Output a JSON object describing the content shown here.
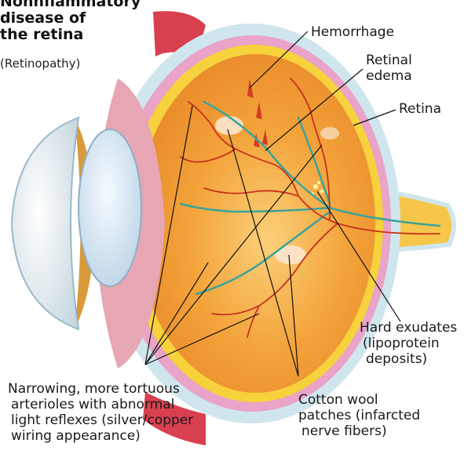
{
  "title": {
    "lines": [
      "Nonhflammatory",
      "disease of",
      "the retina"
    ],
    "subtitle": "(Retinopathy)"
  },
  "labels": {
    "hemorrhage": "Hemorrhage",
    "retinal_edema": [
      "Retinal",
      "edema"
    ],
    "retina": "Retina",
    "hard_exudates": [
      "Hard exudates",
      "(lipoprotein",
      "deposits)"
    ],
    "cotton_wool": [
      "Cotton wool",
      "patches (infarcted",
      "nerve fibers)"
    ],
    "narrowing": [
      "Narrowing, more tortuous",
      "arterioles with abnormal",
      "light reflexes (silver/copper",
      "wiring appearance)"
    ]
  },
  "colors": {
    "sclera_outer": "#cfe6ee",
    "choroid": "#e9a4c7",
    "retina_yellow": "#f6d23c",
    "fundus": "#f3a33a",
    "fundus_light": "#f8c874",
    "vessel": "#c8301c",
    "vein": "#3aa39a",
    "muscle": "#d8404f",
    "lens": "#d9e8f4",
    "cornea": "#eef3f6"
  }
}
